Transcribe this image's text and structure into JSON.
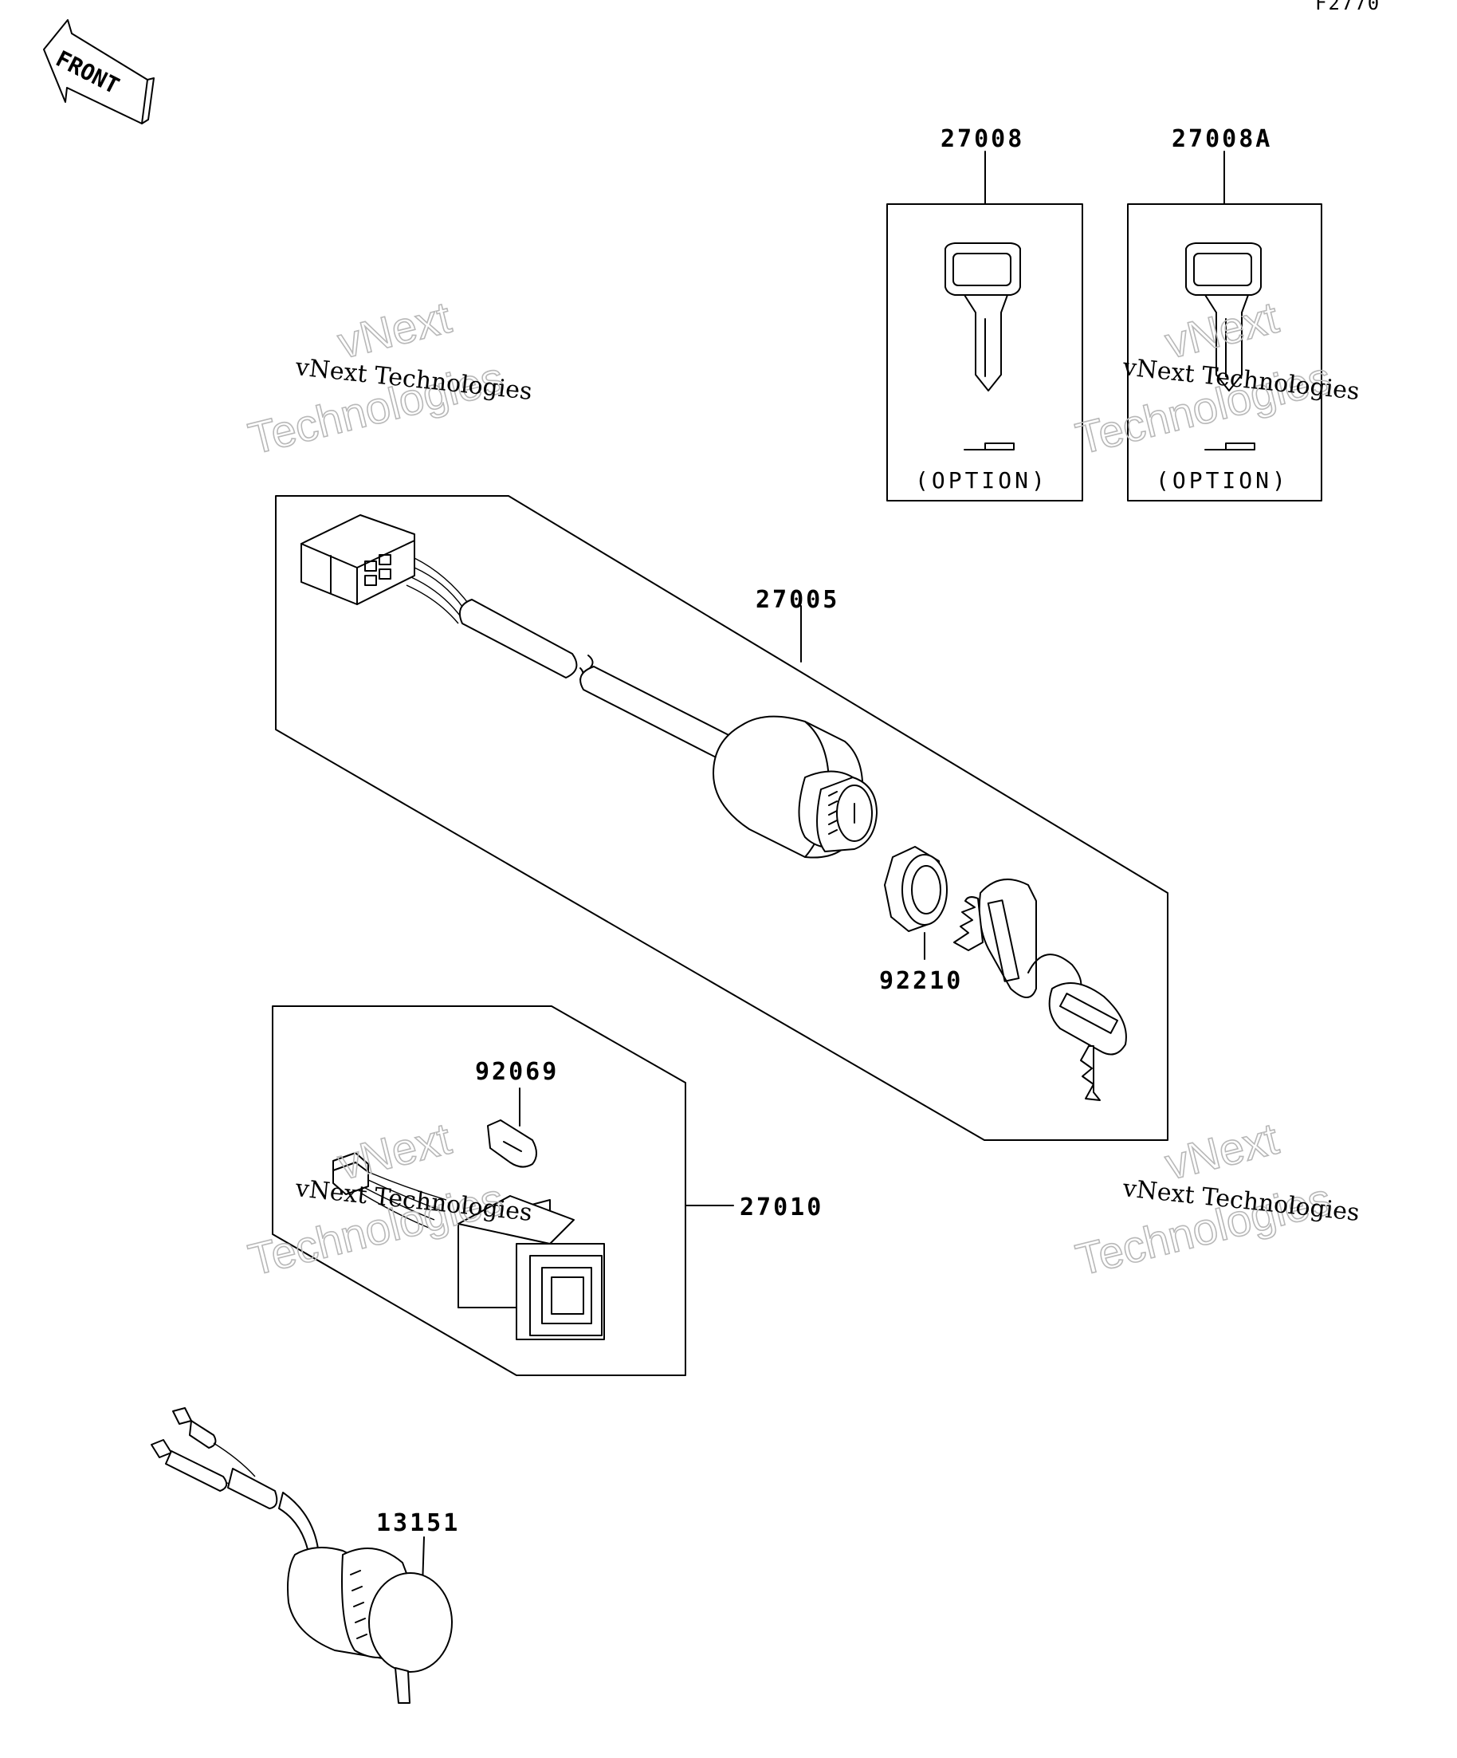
{
  "figure_code": "F2770",
  "front_label": "FRONT",
  "option_label": "(OPTION)",
  "parts": [
    {
      "id": "27008",
      "label": "27008"
    },
    {
      "id": "27008A",
      "label": "27008A"
    },
    {
      "id": "27005",
      "label": "27005"
    },
    {
      "id": "92210",
      "label": "92210"
    },
    {
      "id": "92069",
      "label": "92069"
    },
    {
      "id": "27010",
      "label": "27010"
    },
    {
      "id": "13151",
      "label": "13151"
    }
  ],
  "watermark": {
    "line1": "vNext Technologies",
    "outline_top": "vNext",
    "outline_bottom": "Technologies"
  }
}
